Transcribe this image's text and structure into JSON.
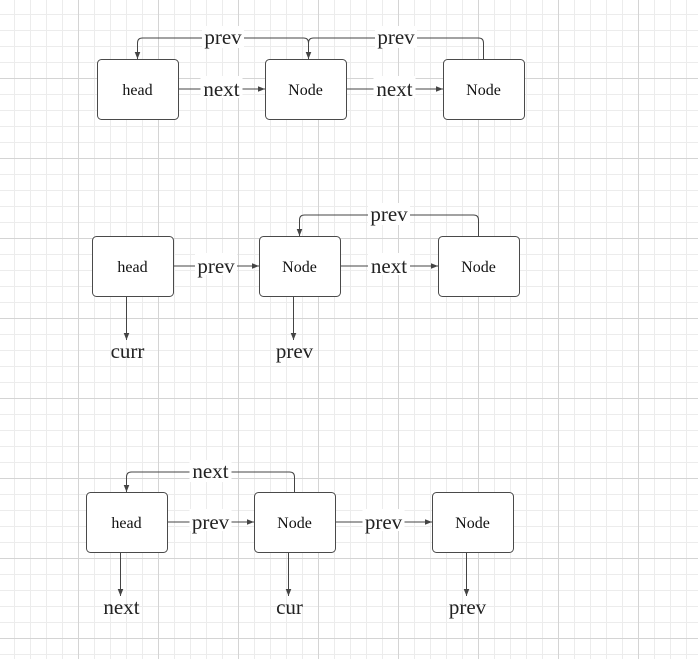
{
  "colors": {
    "line": "#444444",
    "box_border": "#4a4a4a",
    "text": "#222222"
  },
  "diagrams": [
    {
      "nodes": [
        "head",
        "Node",
        "Node"
      ],
      "edges": [
        {
          "from": 0,
          "to": 1,
          "label": "next",
          "route": "straight"
        },
        {
          "from": 1,
          "to": 2,
          "label": "next",
          "route": "straight"
        },
        {
          "from": 1,
          "to": 0,
          "label": "prev",
          "route": "over"
        },
        {
          "from": 2,
          "to": 1,
          "label": "prev",
          "route": "over"
        }
      ],
      "pointers": []
    },
    {
      "nodes": [
        "head",
        "Node",
        "Node"
      ],
      "edges": [
        {
          "from": 0,
          "to": 1,
          "label": "prev",
          "route": "straight"
        },
        {
          "from": 1,
          "to": 2,
          "label": "next",
          "route": "straight"
        },
        {
          "from": 2,
          "to": 1,
          "label": "prev",
          "route": "over"
        }
      ],
      "pointers": [
        {
          "node": 0,
          "label": "curr"
        },
        {
          "node": 1,
          "label": "prev"
        }
      ]
    },
    {
      "nodes": [
        "head",
        "Node",
        "Node"
      ],
      "edges": [
        {
          "from": 0,
          "to": 1,
          "label": "prev",
          "route": "straight"
        },
        {
          "from": 1,
          "to": 2,
          "label": "prev",
          "route": "straight"
        },
        {
          "from": 1,
          "to": 0,
          "label": "next",
          "route": "over"
        }
      ],
      "pointers": [
        {
          "node": 0,
          "label": "next"
        },
        {
          "node": 1,
          "label": "cur"
        },
        {
          "node": 2,
          "label": "prev"
        }
      ]
    }
  ]
}
